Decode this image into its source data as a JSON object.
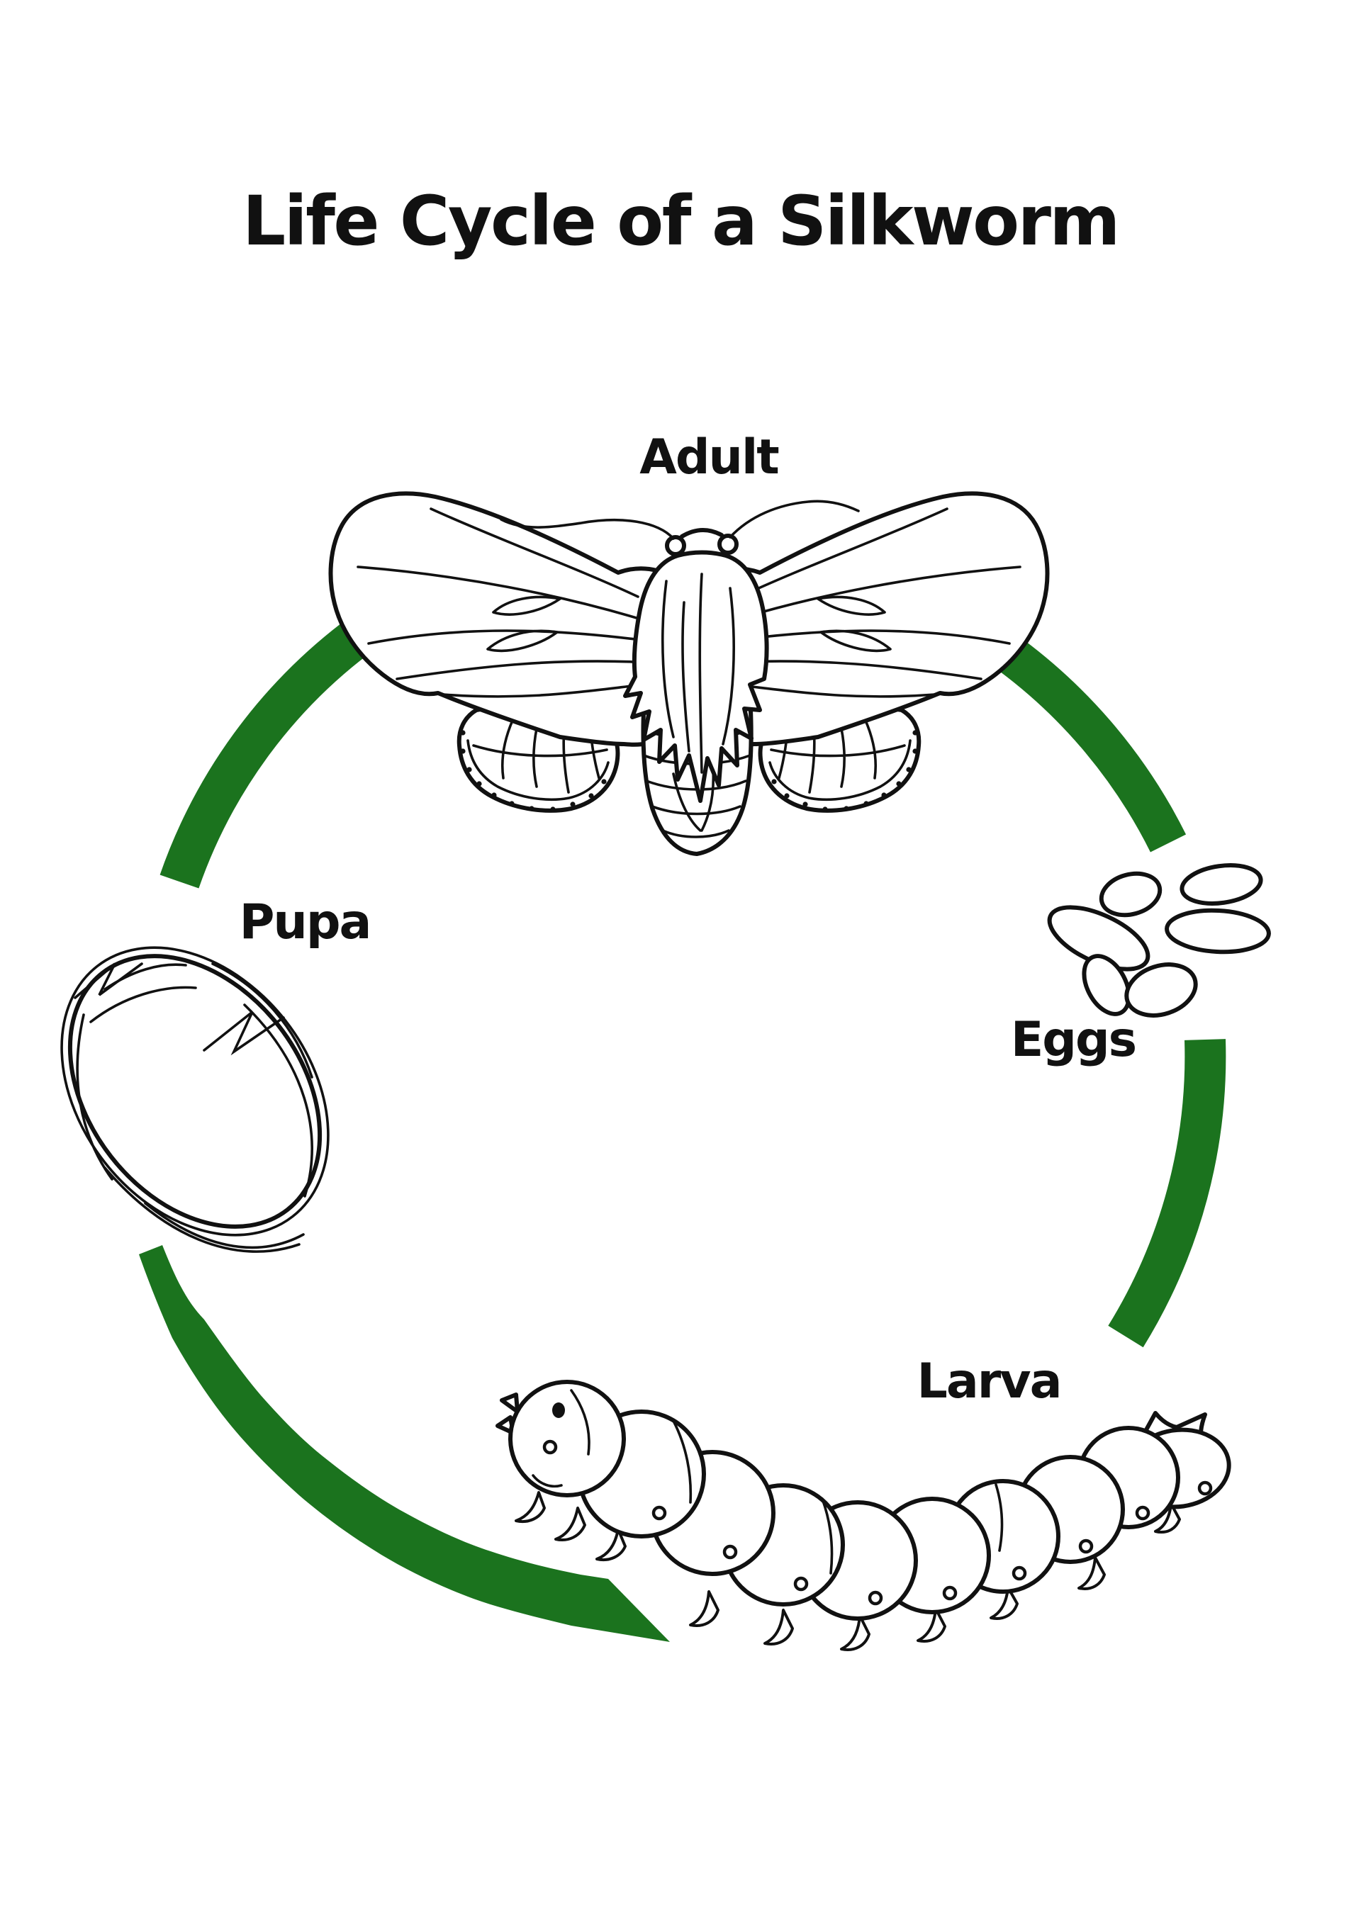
{
  "title": "Life Cycle of a Silkworm",
  "stages": [
    {
      "id": "adult",
      "label": "Adult",
      "illustration": "silkworm-moth-line-art"
    },
    {
      "id": "eggs",
      "label": "Eggs",
      "illustration": "egg-cluster-line-art",
      "egg_count": 6
    },
    {
      "id": "larva",
      "label": "Larva",
      "illustration": "silkworm-caterpillar-line-art"
    },
    {
      "id": "pupa",
      "label": "Pupa",
      "illustration": "silk-cocoon-line-art"
    }
  ],
  "cycle": {
    "direction": "clockwise",
    "arrow_count": 4,
    "order": [
      "Adult",
      "Eggs",
      "Larva",
      "Pupa"
    ]
  },
  "colors": {
    "arrow_green": "#1b731e",
    "ink": "#111111",
    "background": "#ffffff"
  }
}
